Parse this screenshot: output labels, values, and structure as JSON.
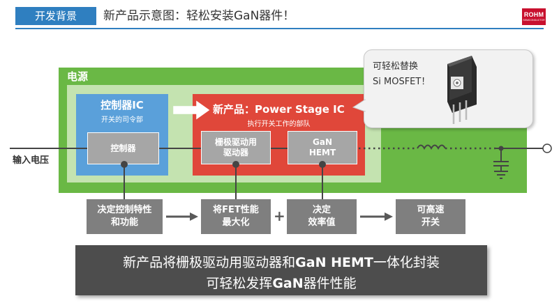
{
  "header": {
    "tag": "开发背景",
    "title": "新产品示意图：轻松安装GaN器件！",
    "logo_main": "ROHM",
    "logo_sub": "SEMICONDUCTOR"
  },
  "diagram": {
    "power_label": "电源",
    "controller_ic": {
      "title": "控制器IC",
      "subtitle": "开关的司令部"
    },
    "power_stage": {
      "title": "新产品：Power Stage IC",
      "subtitle": "执行开关工作的部队"
    },
    "blocks": {
      "controller": "控制器",
      "driver_l1": "栅极驱动用",
      "driver_l2": "驱动器",
      "gan_l1": "GaN",
      "gan_l2": "HEMT"
    },
    "input_label": "输入电压",
    "callout": {
      "line1": "可轻松替换",
      "line2": "Si MOSFET！"
    }
  },
  "benefits": {
    "b1_l1": "决定控制特性",
    "b1_l2": "和功能",
    "b2_l1": "将FET性能",
    "b2_l2": "最大化",
    "b3_l1": "决定",
    "b3_l2": "效率值",
    "b4_l1": "可高速",
    "b4_l2": "开关",
    "plus": "+"
  },
  "banner": {
    "l1_pre": "新产品将栅极驱动用驱动器和",
    "l1_bold": "GaN HEMT",
    "l1_post": "一体化封装",
    "l2_pre": "可轻松发挥",
    "l2_bold": "GaN",
    "l2_post": "器件性能"
  },
  "colors": {
    "accent_blue": "#2f7fc0",
    "power_green": "#6ab845",
    "controller_blue": "#5aa0da",
    "power_stage_red": "#e0473a",
    "brand_red": "#c8102e"
  }
}
